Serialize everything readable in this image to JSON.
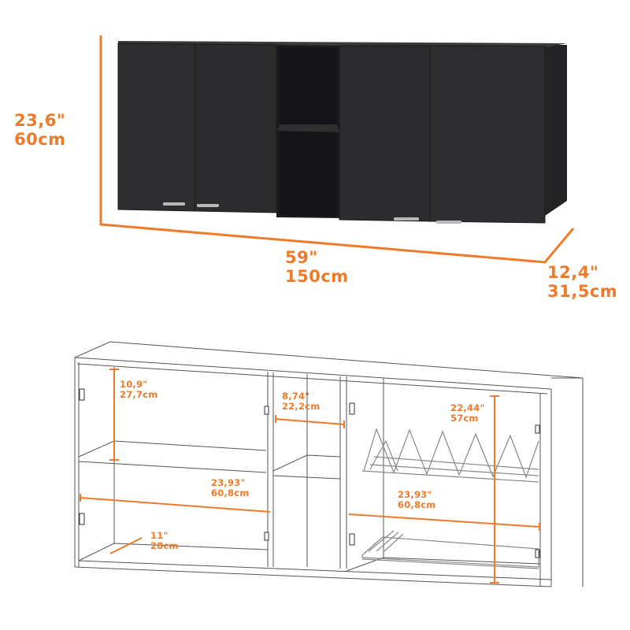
{
  "colors": {
    "accent": "#ee7a2a",
    "cabinet_body": "#2b2b2d",
    "cabinet_dark": "#1e1e20",
    "line_art": "#4a4a4a",
    "background": "#ffffff"
  },
  "top_view": {
    "height": {
      "inches": "23,6\"",
      "cm": "60cm"
    },
    "width": {
      "inches": "59\"",
      "cm": "150cm"
    },
    "depth": {
      "inches": "12,4\"",
      "cm": "31,5cm"
    },
    "doors": 4,
    "open_shelf_compartments": 2
  },
  "bottom_view": {
    "left_upper_height": {
      "inches": "10,9\"",
      "cm": "27,7cm"
    },
    "center_width": {
      "inches": "8,74\"",
      "cm": "22,2cm"
    },
    "right_height": {
      "inches": "22,44\"",
      "cm": "57cm"
    },
    "left_width": {
      "inches": "23,93\"",
      "cm": "60,8cm"
    },
    "right_width": {
      "inches": "23,93\"",
      "cm": "60,8cm"
    },
    "left_depth": {
      "inches": "11\"",
      "cm": "28cm"
    },
    "racks": [
      "plate-rack",
      "dish-drying-tray"
    ]
  }
}
